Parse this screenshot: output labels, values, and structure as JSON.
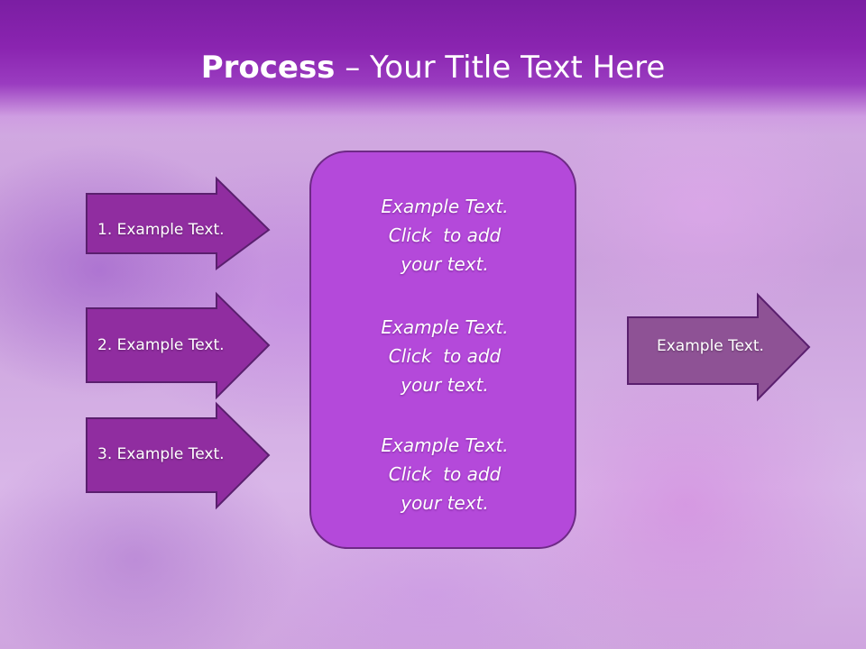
{
  "slide": {
    "title_bold": "Process",
    "title_rest": " – Your Title Text Here"
  },
  "left_arrows": [
    {
      "label": "1. Example Text."
    },
    {
      "label": "2. Example Text."
    },
    {
      "label": "3. Example Text."
    }
  ],
  "center_box": {
    "blocks": [
      {
        "text": "Example Text.\nClick  to add\nyour text."
      },
      {
        "text": "Example Text.\nClick  to add\nyour text."
      },
      {
        "text": "Example Text.\nClick  to add\nyour text."
      }
    ]
  },
  "right_arrow": {
    "label": "Example Text."
  },
  "colors": {
    "title_band": "#8a24b0",
    "left_arrow_fill": "#902da0",
    "center_box_fill": "#b449da",
    "right_arrow_fill": "#8e5295",
    "outline": "#5a1f6e"
  }
}
